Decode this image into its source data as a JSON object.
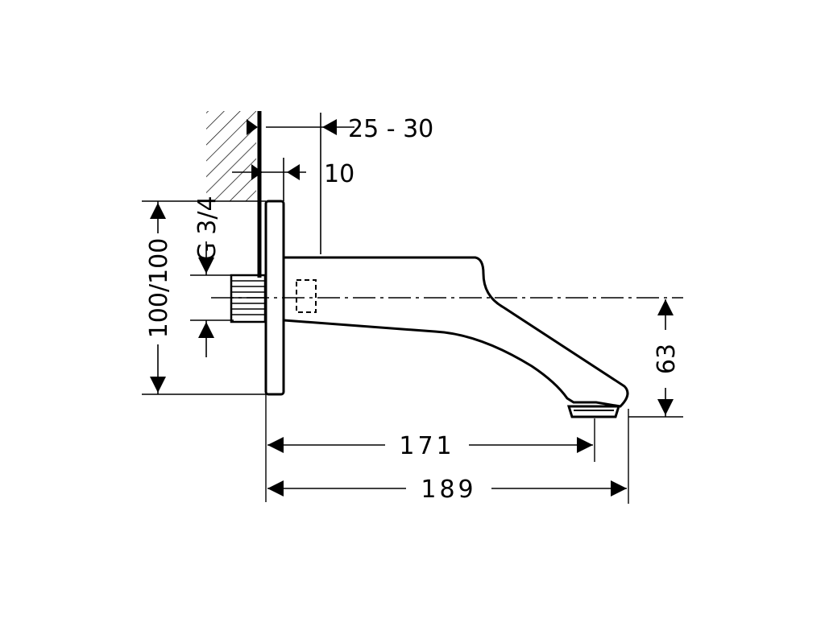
{
  "drawing": {
    "dimensions": {
      "wall_range": "25 - 30",
      "plate_thickness": "10",
      "outlet_reach": "171",
      "overall_length": "189",
      "outlet_height": "63",
      "plate_size": "100/100",
      "thread": "G 3/4"
    }
  }
}
